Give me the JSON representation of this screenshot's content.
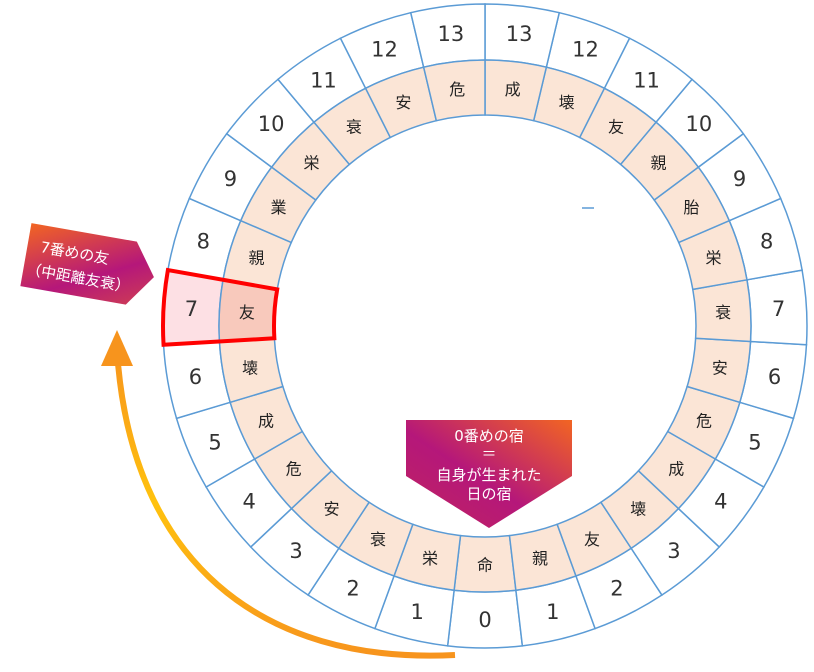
{
  "ring": {
    "center_label_number": "0",
    "center_kanji": "命",
    "left": {
      "numbers": [
        "1",
        "2",
        "3",
        "4",
        "5",
        "6",
        "7",
        "8",
        "9",
        "10",
        "11",
        "12",
        "13"
      ],
      "kanji": [
        "栄",
        "衰",
        "安",
        "危",
        "成",
        "壊",
        "友",
        "親",
        "業",
        "栄",
        "衰",
        "安",
        "危"
      ]
    },
    "right": {
      "numbers": [
        "1",
        "2",
        "3",
        "4",
        "5",
        "6",
        "7",
        "8",
        "9",
        "10",
        "11",
        "12",
        "13"
      ],
      "kanji": [
        "親",
        "友",
        "壊",
        "成",
        "危",
        "安",
        "衰",
        "栄",
        "胎",
        "親",
        "友",
        "壊",
        "成"
      ]
    },
    "highlighted": {
      "side": "left",
      "position": 7
    }
  },
  "callouts": {
    "left": {
      "line1": "7番めの友",
      "line2": "（中距離友衰）"
    },
    "bottom": {
      "line1": "0番めの宿",
      "line2": "＝",
      "line3": "自身が生まれた",
      "line4": "日の宿"
    }
  },
  "colors": {
    "ring_stroke": "#5b9bd5",
    "inner_fill": "#fbe5d6",
    "highlight": "#ff0000",
    "highlight_outer_fill": "#fde0e4",
    "highlight_inner_fill": "#f8c9bc",
    "gradient_start": "#f26522",
    "gradient_mid": "#b5177a"
  }
}
